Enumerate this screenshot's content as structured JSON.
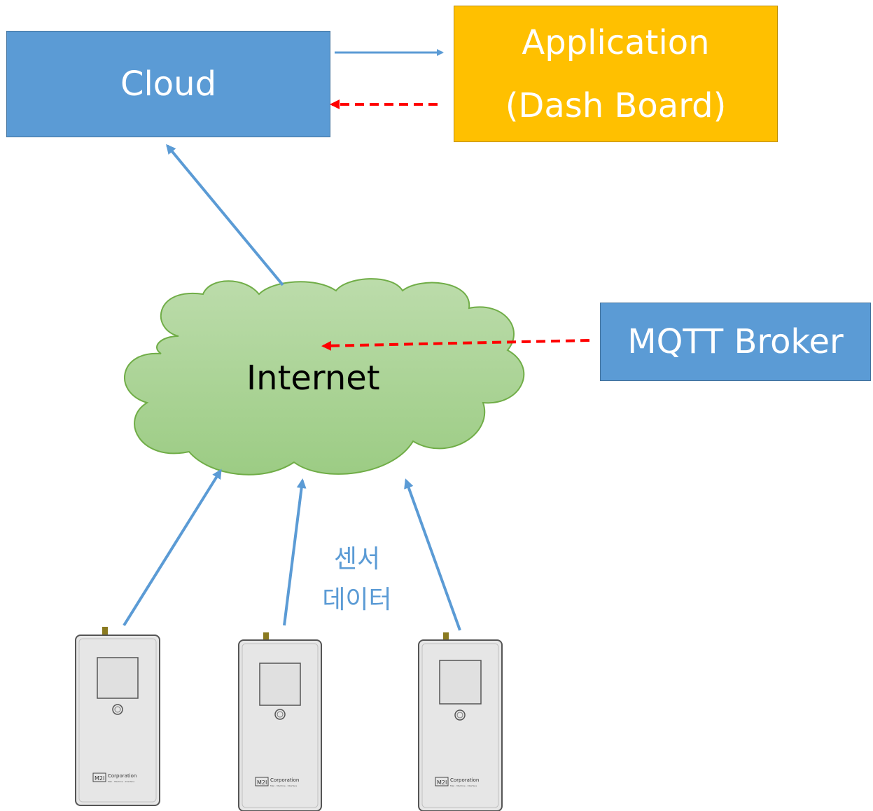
{
  "nodes": {
    "cloud": "Cloud",
    "application_line1": "Application",
    "application_line2": "(Dash Board)",
    "mqtt_broker": "MQTT Broker",
    "internet": "Internet"
  },
  "edge_label": {
    "line1": "센서",
    "line2": "데이터"
  },
  "device_logo": {
    "mark": "M2I",
    "name": "Corporation",
    "tagline": "Man · Machine · Interface"
  },
  "colors": {
    "blue_box": "#5b9bd5",
    "app_box": "#ffc000",
    "internet_cloud": "#a9d18e",
    "arrow_blue": "#5b9bd5",
    "arrow_red_dashed": "#ff0000",
    "device_body": "#e8e8e8"
  },
  "icons": [
    "cloud-shape",
    "sensor-device"
  ]
}
